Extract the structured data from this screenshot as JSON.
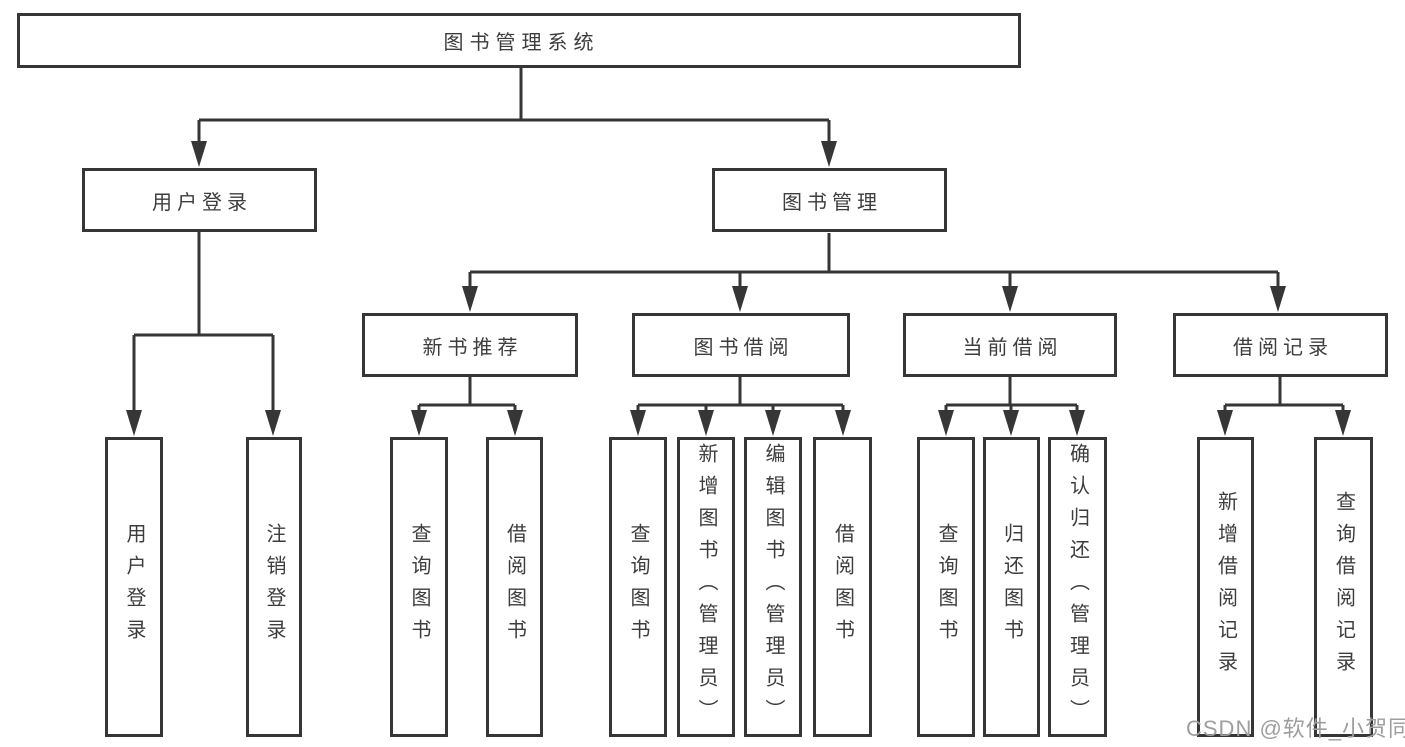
{
  "diagram": {
    "root": {
      "label": "图书管理系统"
    },
    "level2": [
      {
        "id": "user-login",
        "label": "用户登录"
      },
      {
        "id": "book-management",
        "label": "图书管理"
      }
    ],
    "level3": [
      {
        "id": "new-book-recommendation",
        "label": "新书推荐"
      },
      {
        "id": "book-borrowing",
        "label": "图书借阅"
      },
      {
        "id": "current-borrowing",
        "label": "当前借阅"
      },
      {
        "id": "borrowing-records",
        "label": "借阅记录"
      }
    ],
    "leaves": [
      {
        "id": "user-login",
        "label": "用户登录"
      },
      {
        "id": "logout",
        "label": "注销登录"
      },
      {
        "id": "query-books-1",
        "label": "查询图书"
      },
      {
        "id": "borrow-books-1",
        "label": "借阅图书"
      },
      {
        "id": "query-books-2",
        "label": "查询图书"
      },
      {
        "id": "add-books-admin",
        "label": "新增图书（管理员）"
      },
      {
        "id": "edit-books-admin",
        "label": "编辑图书（管理员）"
      },
      {
        "id": "borrow-books-2",
        "label": "借阅图书"
      },
      {
        "id": "query-books-3",
        "label": "查询图书"
      },
      {
        "id": "return-books",
        "label": "归还图书"
      },
      {
        "id": "confirm-return-admin",
        "label": "确认归还（管理员）"
      },
      {
        "id": "add-borrow-record",
        "label": "新增借阅记录"
      },
      {
        "id": "query-borrow-record",
        "label": "查询借阅记录"
      }
    ]
  },
  "watermark": {
    "text": "CSDN @软件_小贺同学"
  },
  "colors": {
    "line": "#363636",
    "text": "#3d3d3d",
    "watermark": "#9e9e9e",
    "background": "#ffffff"
  }
}
